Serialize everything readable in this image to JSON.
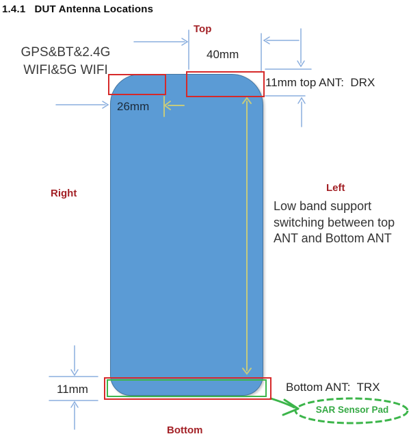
{
  "title": "1.4.1   DUT Antenna Locations",
  "side_labels": {
    "top": "Top",
    "right": "Right",
    "left": "Left",
    "bottom": "Bottom"
  },
  "annotations": {
    "top_left_antenna_line1": "GPS&BT&2.4G",
    "top_left_antenna_line2": "WIFI&5G WIFI",
    "top_antenna_width": "40mm",
    "left_antenna_width": "26mm",
    "top_antenna": "11mm top ANT:  DRX",
    "bottom_antenna_height": "11mm",
    "bottom_antenna": "Bottom ANT:  TRX",
    "low_band_lines": [
      "Low band support",
      "switching between top",
      "ANT and Bottom ANT"
    ],
    "sar_pad": "SAR Sensor Pad"
  },
  "colors": {
    "phone_fill": "#5b9bd5",
    "phone_border": "#44749f",
    "antenna_outline_red": "#d62929",
    "sar_green": "#3cb54a",
    "dimension_blue": "#8aaede",
    "measure_yellow": "#c6cb7e",
    "side_label_dark_red": "#a32126",
    "body_text": "#262626"
  }
}
